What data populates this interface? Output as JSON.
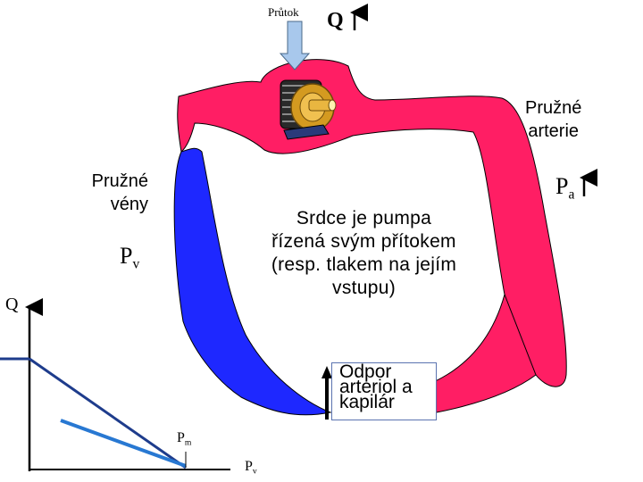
{
  "flow": {
    "label": "Průtok",
    "q_label": "Q"
  },
  "arteries": {
    "label_line1": "Pružné",
    "label_line2": "arterie",
    "pressure": "P",
    "pressure_sub": "a"
  },
  "veins": {
    "label_line1": "Pružné",
    "label_line2": "vény",
    "pressure": "P",
    "pressure_sub": "v"
  },
  "heart_text": "Srdce je pumpa řízená svým přítokem (resp. tlakem na jejím vstupu)",
  "resistance": {
    "line1": "Odpor",
    "line2": "arteriol a",
    "line3": "kapilár"
  },
  "graph": {
    "y_axis_label": "Q",
    "x_axis_label": "P",
    "x_axis_sub": "v",
    "marker_label": "P",
    "marker_sub": "m"
  },
  "colors": {
    "artery": "#ff1e64",
    "vein": "#1e28ff",
    "graph_plateau": "#1e3c8c",
    "graph_second": "#2878d2",
    "pump_gold": "#d49a20"
  }
}
